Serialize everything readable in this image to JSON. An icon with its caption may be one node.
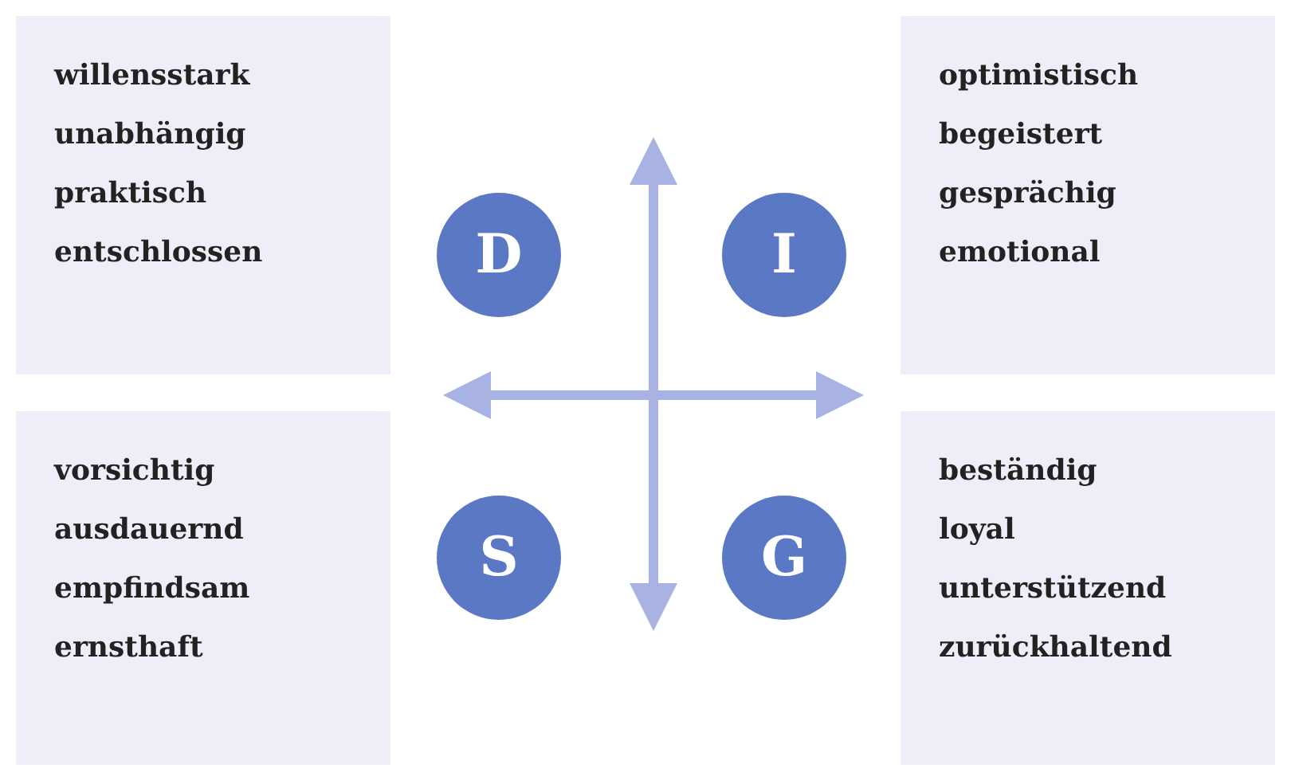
{
  "diagram": {
    "nodes": [
      {
        "text": [
          "willensstark",
          "unabhängig",
          "praktisch",
          "entschlossen"
        ]
      },
      {
        "text": [
          "D"
        ]
      },
      {
        "text": [
          "I"
        ]
      },
      {
        "text": [
          "optimistisch",
          "begeistert",
          "gesprächig",
          "emotional"
        ]
      },
      {
        "text": [
          "vorsichtig",
          "ausdauernd",
          "empfindsam",
          "ernsthaft"
        ]
      },
      {
        "text": [
          "S"
        ]
      },
      {
        "text": [
          "G"
        ]
      },
      {
        "text": [
          "beständig",
          "loyal",
          "unterstützend",
          "zurückhaltend"
        ]
      }
    ]
  }
}
